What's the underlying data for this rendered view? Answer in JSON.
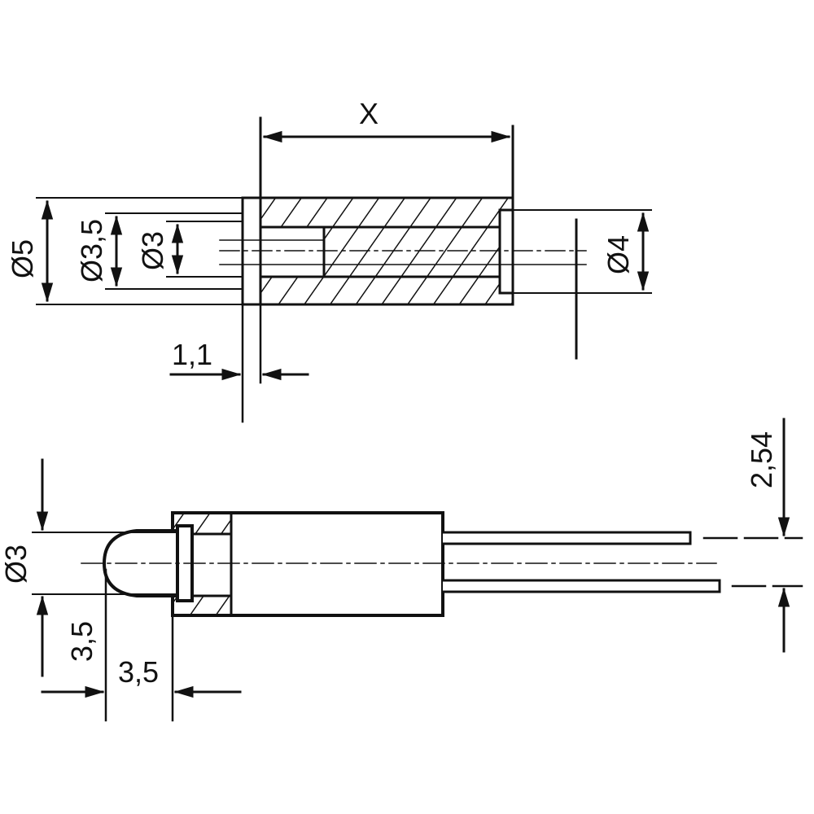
{
  "drawing": {
    "colors": {
      "ink": "#111111",
      "paper": "#ffffff"
    },
    "top_view": {
      "x_label": "X",
      "outer_diameter": "Ø5",
      "inner_step_diameter": "Ø3,5",
      "bore_diameter": "Ø3",
      "right_diameter": "Ø4",
      "flange_thickness": "1,1"
    },
    "bottom_view": {
      "led_diameter": "Ø3",
      "led_offset": "3,5",
      "led_length": "3,5",
      "pin_pitch": "2,54"
    }
  }
}
